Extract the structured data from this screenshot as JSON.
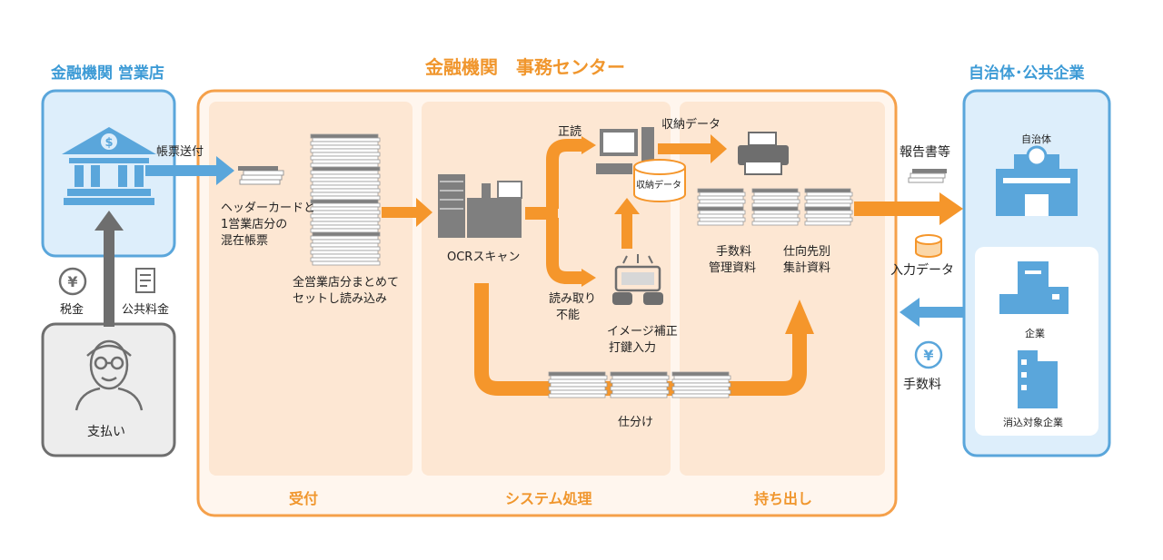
{
  "titles": {
    "branch": "金融機関 営業店",
    "center": "金融機関　事務センター",
    "public": "自治体･公共企業"
  },
  "sections": {
    "receive": "受付",
    "system": "システム処理",
    "takeout": "持ち出し"
  },
  "labels": {
    "send_forms": "帳票送付",
    "header_card": [
      "ヘッダーカードと",
      "1営業店分の",
      "混在帳票"
    ],
    "bulk_read": [
      "全営業店分まとめて",
      "セットし読み込み"
    ],
    "ocr": "OCRスキャン",
    "correct": "正読",
    "unreadable": [
      "読み取り",
      "不能"
    ],
    "correction": [
      "イメージ補正",
      "打鍵入力"
    ],
    "collection_data": "収納データ",
    "db_label": "収納データ",
    "sorting": "仕分け",
    "fee_docs": [
      "手数料",
      "管理資料"
    ],
    "dest_docs": [
      "仕向先別",
      "集計資料"
    ],
    "reports": "報告書等",
    "input_data": "入力データ",
    "fee": "手数料",
    "tax": "税金",
    "utility": "公共料金",
    "payment": "支払い",
    "municipality": "自治体",
    "company": "企業",
    "target_company": "消込対象企業"
  },
  "colors": {
    "orange": "#f5962b",
    "orange_border": "#f5a04a",
    "orange_fill": "#fde7d3",
    "blue": "#5aa6db",
    "blue_fill": "#ddeefb",
    "gray": "#6e6e6e"
  },
  "icons": [
    "bank-icon",
    "yen-coin-icon",
    "receipt-icon",
    "person-icon",
    "computer-icon",
    "database-icon",
    "printer-icon",
    "keyboard-operator-icon",
    "city-hall-icon",
    "building-icon",
    "office-building-icon"
  ]
}
